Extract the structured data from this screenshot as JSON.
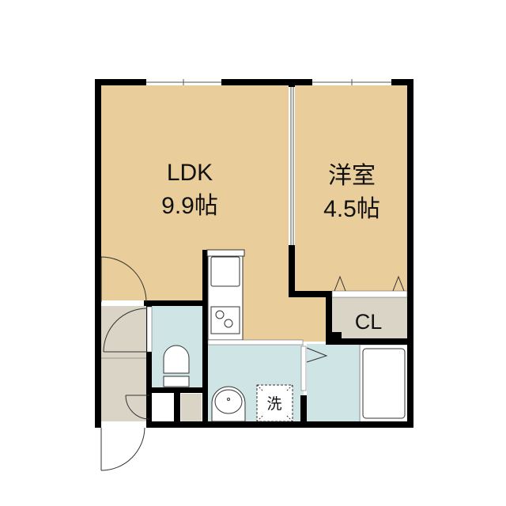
{
  "rooms": {
    "ldk": {
      "name": "LDK",
      "size": "9.9帖"
    },
    "western": {
      "name": "洋室",
      "size": "4.5帖"
    },
    "closet": {
      "name": "CL"
    },
    "washer": {
      "name": "洗"
    }
  },
  "colors": {
    "living": "#e9cd9b",
    "wet": "#cfe4e4",
    "storage": "#d9d4c6",
    "wall": "#000000"
  }
}
